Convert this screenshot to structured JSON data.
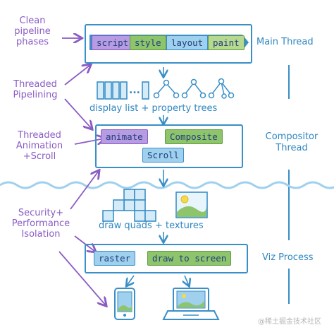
{
  "left_labels": {
    "clean_pipeline": [
      "Clean",
      "pipeline",
      "phases"
    ],
    "threaded_pipelining": [
      "Threaded",
      "Pipelining"
    ],
    "threaded_animation": [
      "Threaded",
      "Animation",
      "+Scroll"
    ],
    "security": [
      "Security+",
      "Performance",
      "Isolation"
    ]
  },
  "main_thread": {
    "label": "Main Thread",
    "phases": [
      "script",
      "style",
      "layout",
      "paint"
    ]
  },
  "display_list": {
    "dots": "...",
    "caption": "display list + property trees"
  },
  "compositor": {
    "label_lines": [
      "Compositor",
      "Thread"
    ],
    "chips": [
      "animate",
      "Composite",
      "Scroll"
    ]
  },
  "draw": {
    "caption": "draw quads + textures"
  },
  "viz": {
    "label": "Viz Process",
    "chips": [
      "raster",
      "draw to screen"
    ]
  },
  "watermark": "@稀土掘金技术社区",
  "colors": {
    "blue": "#3a8fc7",
    "purple": "#8a5cc4",
    "green": "#8ec46b",
    "light_blue": "#9fd0ee",
    "lavender": "#b79be3"
  }
}
